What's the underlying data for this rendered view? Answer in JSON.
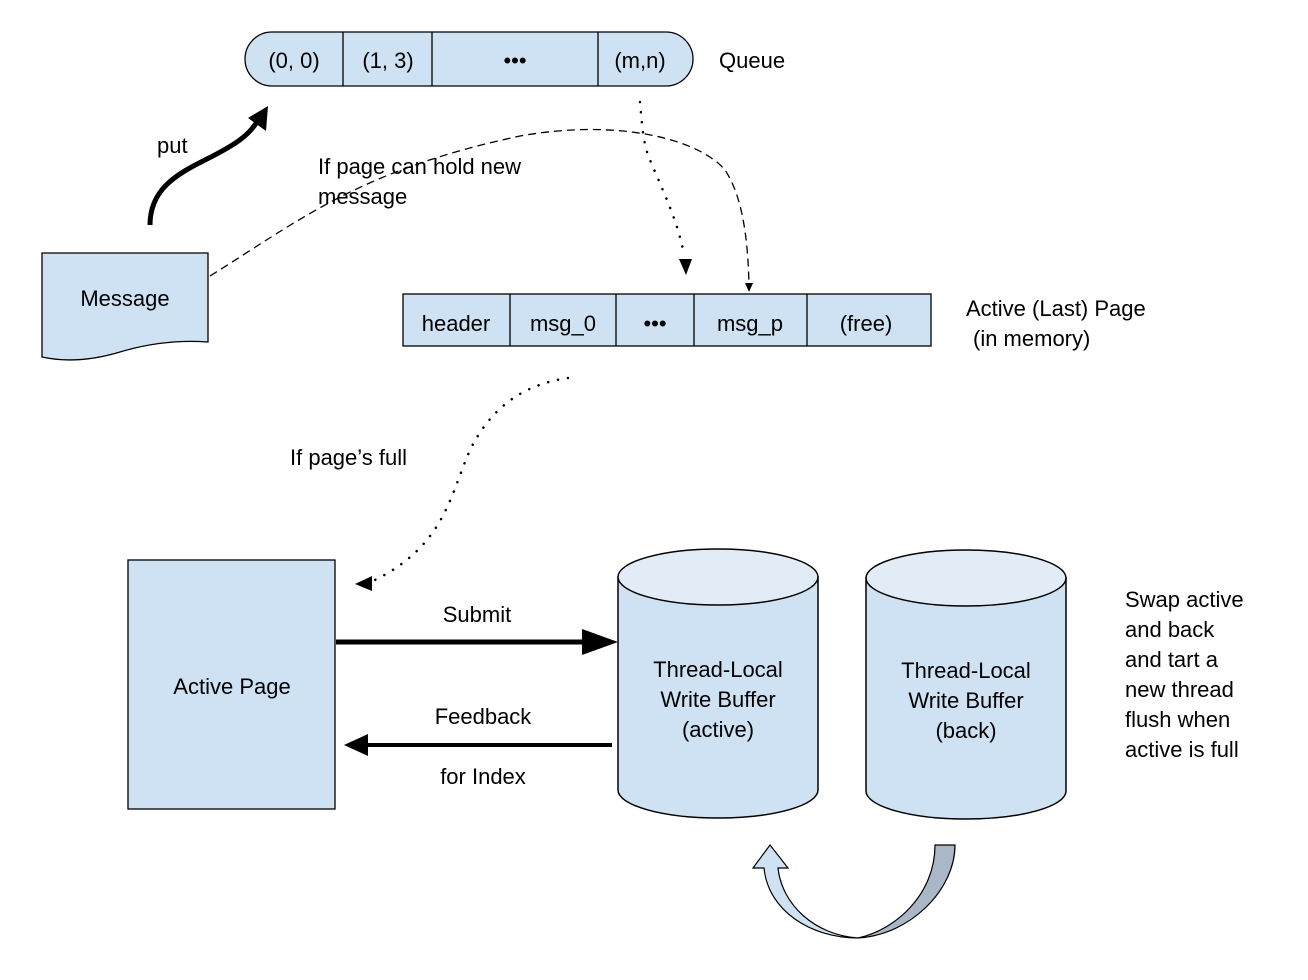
{
  "queue": {
    "cells": [
      "(0, 0)",
      "(1, 3)",
      "•••",
      "(m,n)"
    ],
    "label": "Queue"
  },
  "message": {
    "label": "Message"
  },
  "put_arrow": {
    "label": "put"
  },
  "dashed_connector": {
    "label_line1": "If page can hold new",
    "label_line2": "message"
  },
  "active_last_page": {
    "cells": [
      "header",
      "msg_0",
      "•••",
      "msg_p",
      "(free)"
    ],
    "label_line1": "Active (Last) Page",
    "label_line2": "(in memory)"
  },
  "full_connector": {
    "label": "If page’s full"
  },
  "active_page": {
    "label": "Active Page"
  },
  "submit_arrow": {
    "label": "Submit"
  },
  "feedback_arrow": {
    "label_line1": "Feedback",
    "label_line2": "for Index"
  },
  "buffers": [
    {
      "lines": [
        "Thread-Local",
        "Write Buffer",
        "(active)"
      ]
    },
    {
      "lines": [
        "Thread-Local",
        "Write Buffer",
        "(back)"
      ]
    }
  ],
  "swap_note": {
    "lines": [
      "Swap active",
      "and back",
      "and tart a",
      "new thread",
      "flush when",
      "active is full"
    ]
  },
  "colors": {
    "shape_fill": "#cfe2f3",
    "cylinder_top": "#e2ecf7",
    "swap_arrow_dark": "#a9b7c6",
    "stroke": "#000000"
  }
}
